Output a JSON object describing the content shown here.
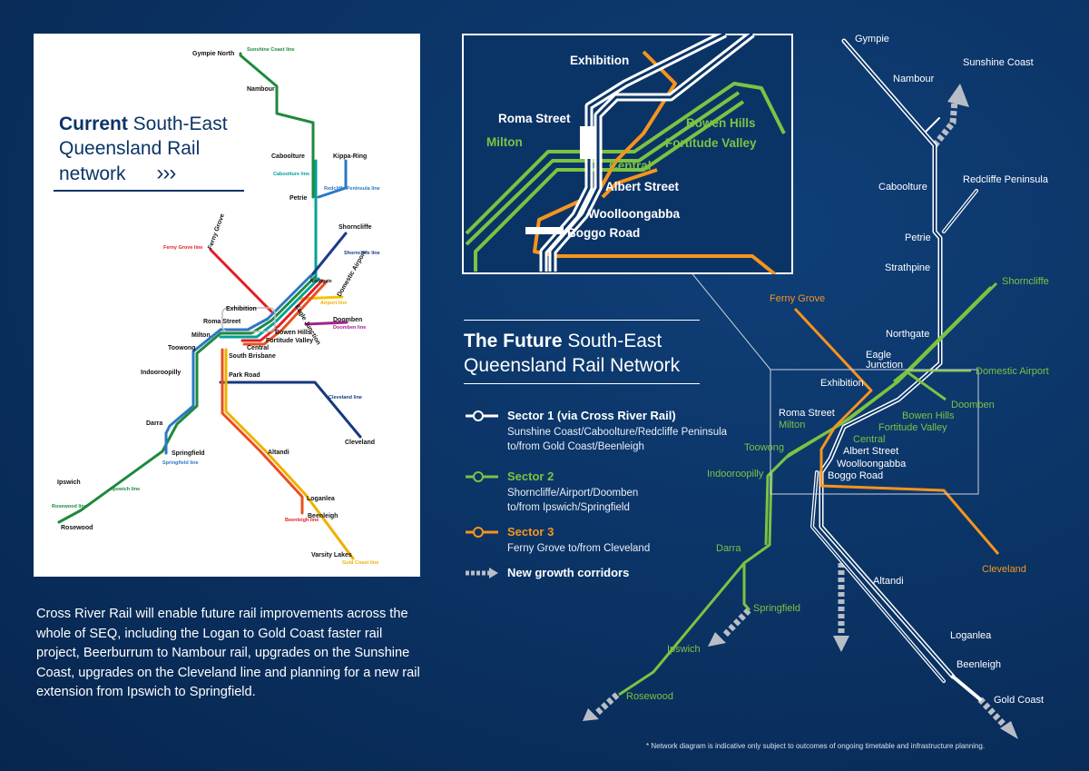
{
  "current": {
    "title_bold": "Current",
    "title_rest": " South-East",
    "title_line2": "Queensland Rail",
    "title_line3": "network",
    "arrows": "›››",
    "stations": {
      "gympie_north": "Gympie North",
      "nambour": "Nambour",
      "caboolture": "Caboolture",
      "kippa_ring": "Kippa-Ring",
      "petrie": "Petrie",
      "shorncliffe": "Shorncliffe",
      "ferny_grove": "Ferny Grove",
      "northgate": "Northgate",
      "domestic_airport": "Domestic Airport",
      "exhibition": "Exhibition",
      "eagle_junction": "Eagle Junction",
      "doomben": "Doomben",
      "roma_street": "Roma Street",
      "bowen_hills": "Bowen Hills",
      "fortitude_valley": "Fortitude Valley",
      "milton": "Milton",
      "central": "Central",
      "south_brisbane": "South Brisbane",
      "toowong": "Toowong",
      "park_road": "Park Road",
      "indooroopilly": "Indooroopilly",
      "darra": "Darra",
      "springfield": "Springfield",
      "cleveland": "Cleveland",
      "altandi": "Altandi",
      "ipswich": "Ipswich",
      "loganlea": "Loganlea",
      "beenleigh": "Beenleigh",
      "rosewood": "Rosewood",
      "varsity_lakes": "Varsity Lakes"
    },
    "lines": {
      "sunshine_coast": "Sunshine Coast line",
      "caboolture": "Caboolture line",
      "redcliffe": "Redcliffe Peninsula line",
      "shorncliffe": "Shorncliffe line",
      "ferny_grove": "Ferny Grove line",
      "airport": "Airport line",
      "doomben": "Doomben line",
      "cleveland": "Cleveland line",
      "springfield": "Springfield line",
      "ipswich": "Ipswich line",
      "rosewood": "Rosewood line",
      "beenleigh": "Beenleigh line",
      "gold_coast": "Gold Coast line"
    }
  },
  "future": {
    "title_bold": "The Future",
    "title_rest": " South-East",
    "title_line2": "Queensland Rail Network",
    "legend": [
      {
        "title": "Sector 1 (via Cross River Rail)",
        "desc1": "Sunshine Coast/Caboolture/Redcliffe Peninsula",
        "desc2": "to/from Gold Coast/Beenleigh"
      },
      {
        "title": "Sector 2",
        "desc1": "Shorncliffe/Airport/Doomben",
        "desc2": "to/from Ipswich/Springfield"
      },
      {
        "title": "Sector 3",
        "desc1": "Ferny Grove to/from Cleveland",
        "desc2": ""
      },
      {
        "title": "New growth corridors",
        "desc1": "",
        "desc2": ""
      }
    ],
    "stations": {
      "gympie": "Gympie",
      "nambour": "Nambour",
      "sunshine_coast": "Sunshine Coast",
      "caboolture": "Caboolture",
      "redcliffe": "Redcliffe Peninsula",
      "petrie": "Petrie",
      "strathpine": "Strathpine",
      "shorncliffe": "Shorncliffe",
      "ferny_grove": "Ferny Grove",
      "northgate": "Northgate",
      "eagle": "Eagle",
      "junction": "Junction",
      "domestic_airport": "Domestic Airport",
      "exhibition": "Exhibition",
      "doomben": "Doomben",
      "roma_street": "Roma Street",
      "milton": "Milton",
      "bowen_hills": "Bowen Hills",
      "fortitude_valley": "Fortitude Valley",
      "central": "Central",
      "toowong": "Toowong",
      "albert_street": "Albert Street",
      "indooroopilly": "Indooroopilly",
      "woolloongabba": "Woolloongabba",
      "boggo_road": "Boggo Road",
      "cleveland": "Cleveland",
      "darra": "Darra",
      "altandi": "Altandi",
      "springfield": "Springfield",
      "loganlea": "Loganlea",
      "ipswich": "Ipswich",
      "beenleigh": "Beenleigh",
      "rosewood": "Rosewood",
      "gold_coast": "Gold Coast"
    },
    "inset": {
      "exhibition": "Exhibition",
      "roma_street": "Roma Street",
      "milton": "Milton",
      "bowen_hills": "Bowen Hills",
      "fortitude_valley": "Fortitude Valley",
      "central": "Central",
      "albert_street": "Albert Street",
      "woolloongabba": "Woolloongabba",
      "boggo_road": "Boggo Road"
    }
  },
  "body_text": "Cross River Rail will enable future rail improvements across the whole of SEQ, including the Logan to Gold Coast faster rail project, Beerburrum to Nambour rail, upgrades on the Sunshine Coast, upgrades on the Cleveland line and planning for a new rail extension from Ipswich to Springfield.",
  "footnote": "* Network diagram is indicative only subject to outcomes of ongoing timetable and infrastructure planning.",
  "colors": {
    "background": "#0b3466",
    "sector1": "#ffffff",
    "sector2": "#7dc242",
    "sector3": "#f7941d",
    "growth": "#b9bec6",
    "ipswich_line": "#1e8a3c",
    "ferny_line": "#e31e24",
    "shorncliffe_line": "#1b3a8c",
    "redcliffe_line": "#2b78c6",
    "airport_line": "#f5c400",
    "doomben_line": "#a3238e",
    "cleveland_line": "#15397f",
    "beenleigh_line": "#e8501e",
    "gold_coast_line": "#f0b000",
    "springfield_line": "#2b78c6"
  }
}
